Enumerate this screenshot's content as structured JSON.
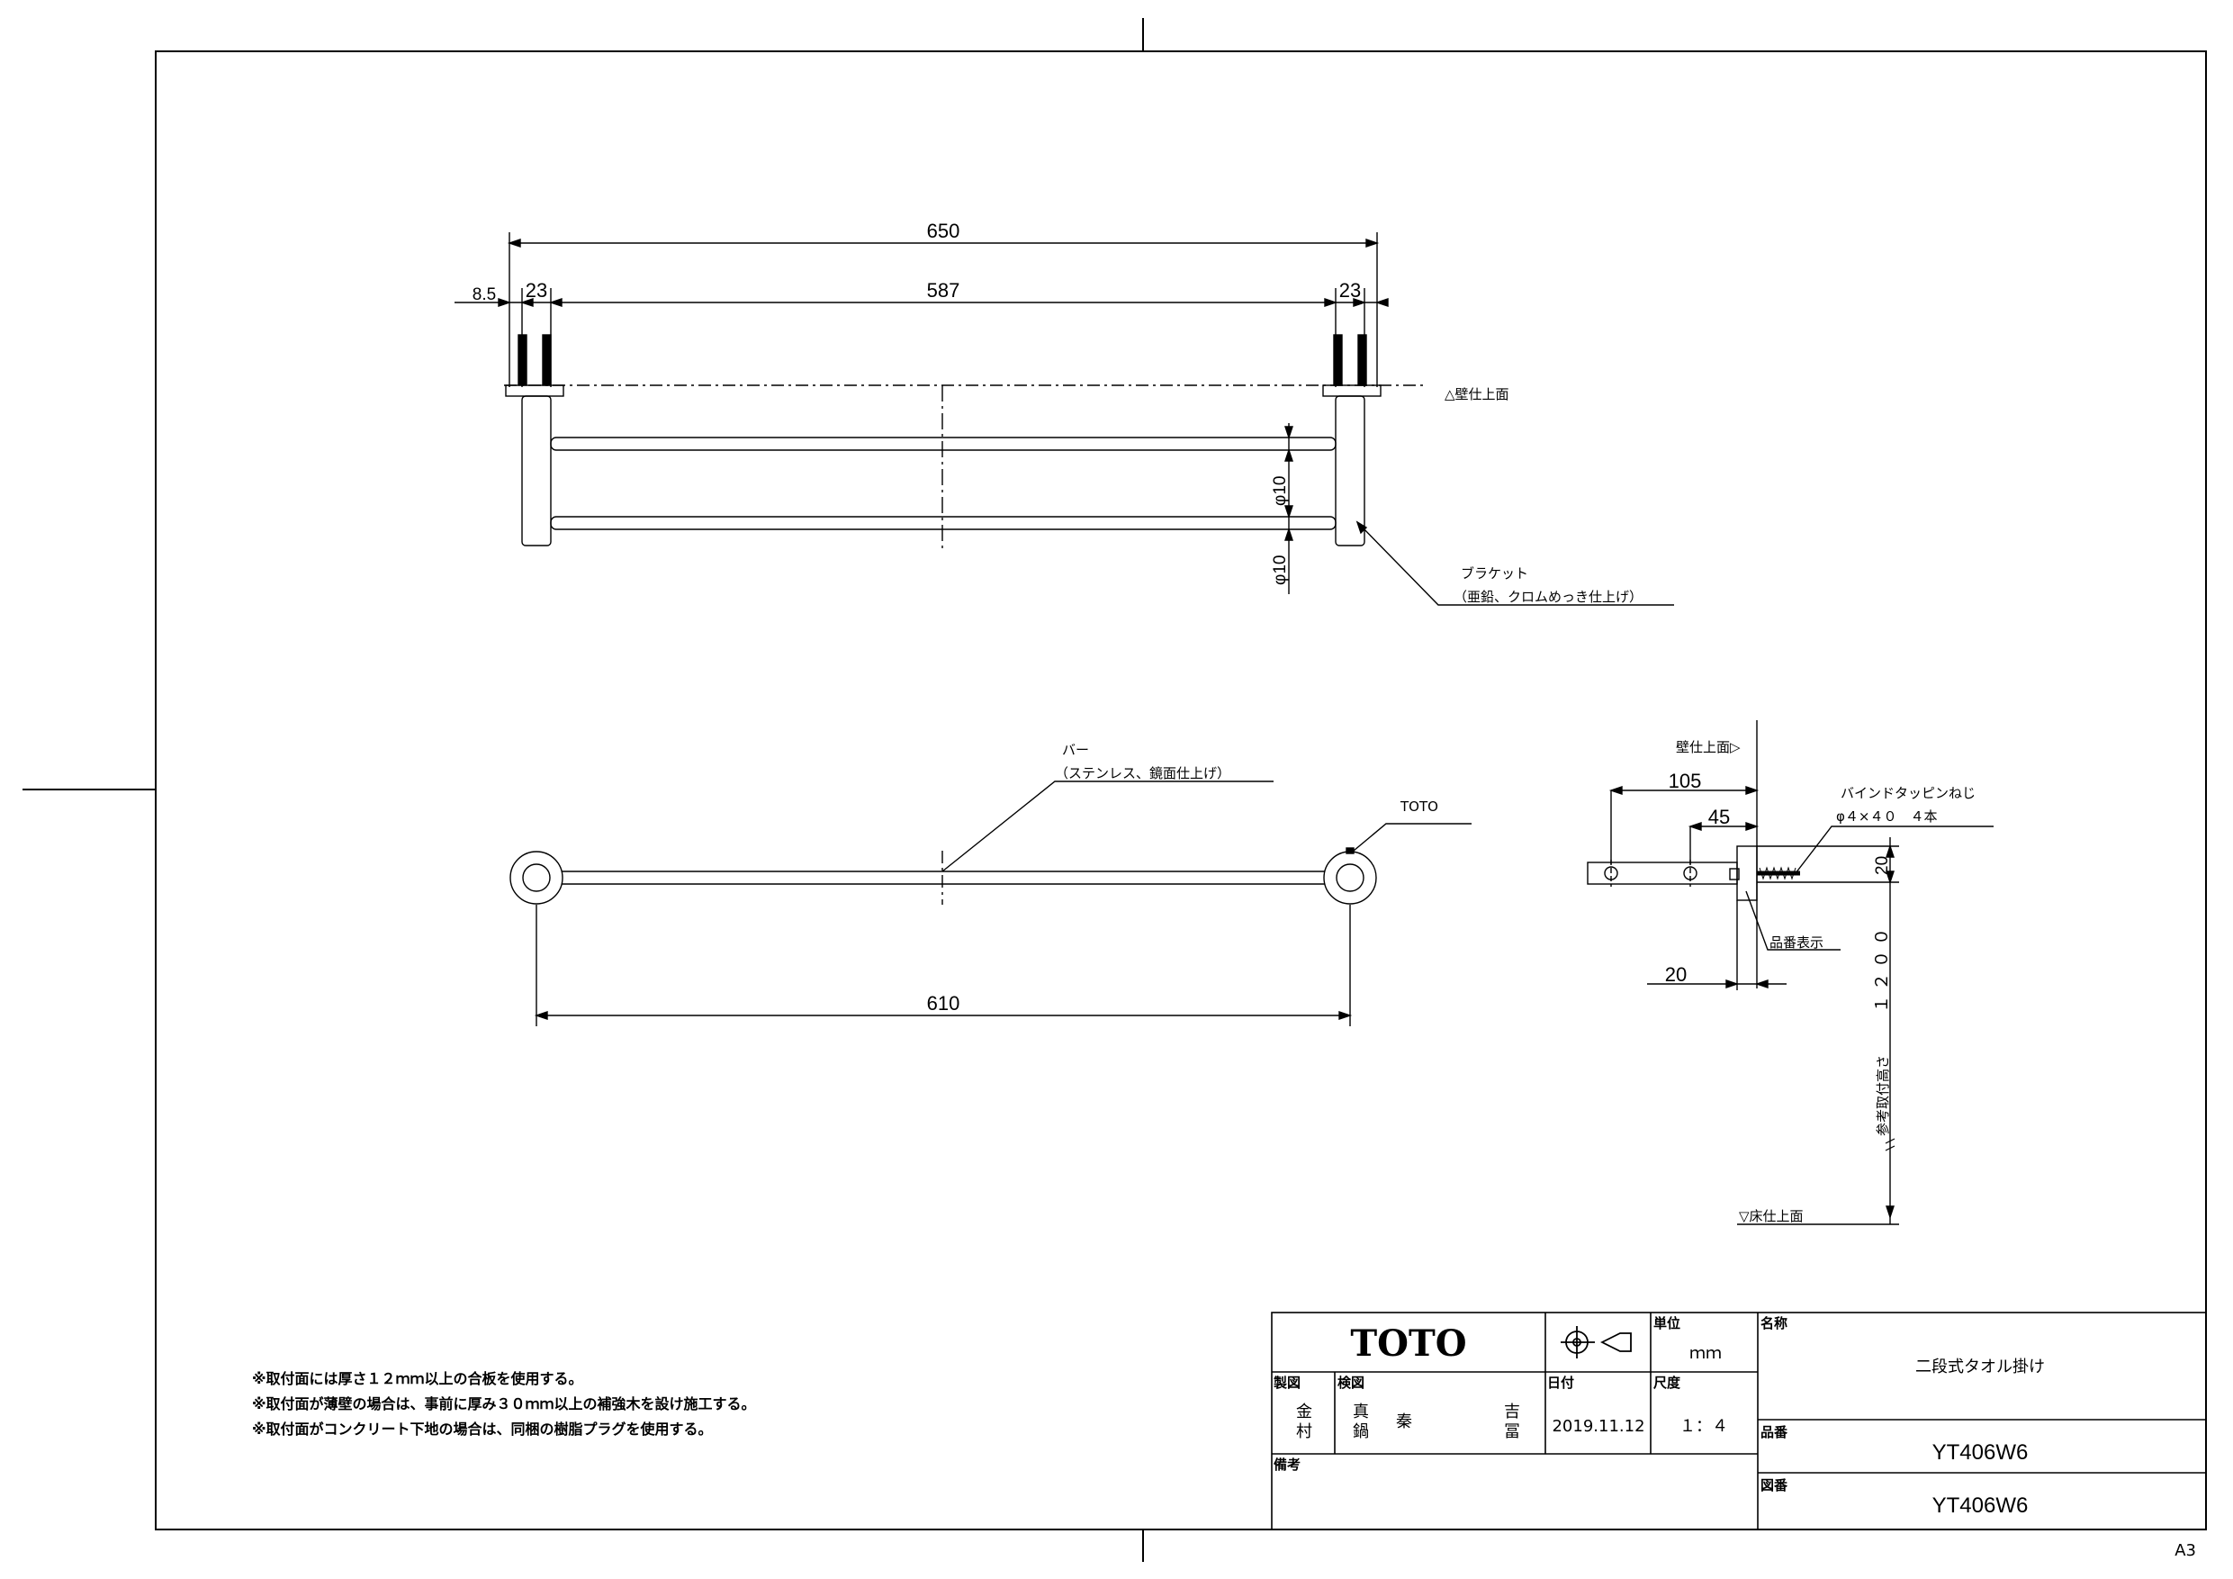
{
  "top_view": {
    "dim_overall": "650",
    "dim_edge": "8.5",
    "dim_post_left": "23",
    "dim_inner": "587",
    "dim_post_right": "23",
    "wall_label": "△壁仕上面",
    "dim_bar_upper": "φ10",
    "dim_bar_lower": "φ10",
    "bracket_label": "ブラケット",
    "bracket_material": "（亜鉛、クロムめっき仕上げ）"
  },
  "front_view": {
    "bar_label": "バー",
    "bar_material": "（ステンレス、鏡面仕上げ）",
    "brand_mark_label": "TOTO",
    "dim_center": "610"
  },
  "side_view": {
    "wall_label": "壁仕上面▷",
    "dim_depth": "105",
    "dim_center": "45",
    "screw_label": "バインドタッピンねじ",
    "screw_spec": "φ４×４０　４本",
    "dim_height_small": "20",
    "part_number_label": "品番表示",
    "dim_width": "20",
    "mount_height_label": "参考取付高さ",
    "mount_height_value": "１２００",
    "floor_label": "▽床仕上面"
  },
  "notes": [
    "※取付面には厚さ１２ｍｍ以上の合板を使用する。",
    "※取付面が薄壁の場合は、事前に厚み３０ｍｍ以上の補強木を設け施工する。",
    "※取付面がコンクリート下地の場合は、同梱の樹脂プラグを使用する。"
  ],
  "title_block": {
    "logo": "TOTO",
    "unit_label": "単位",
    "unit_value": "ｍｍ",
    "name_label": "名称",
    "name_value": "二段式タオル掛け",
    "drawn_label": "製図",
    "drawn_by": [
      "金",
      "村"
    ],
    "checked_label": "検図",
    "checked_by_1": [
      "真",
      "鍋"
    ],
    "checked_by_2": "秦",
    "checked_by_3": [
      "吉",
      "冨"
    ],
    "date_label": "日付",
    "date_value": "2019.11.12",
    "scale_label": "尺度",
    "scale_value": "１：４",
    "part_label": "品番",
    "part_value": "YT406W6",
    "remarks_label": "備考",
    "drawing_no_label": "図番",
    "drawing_no_value": "YT406W6"
  },
  "sheet_size": "A3"
}
